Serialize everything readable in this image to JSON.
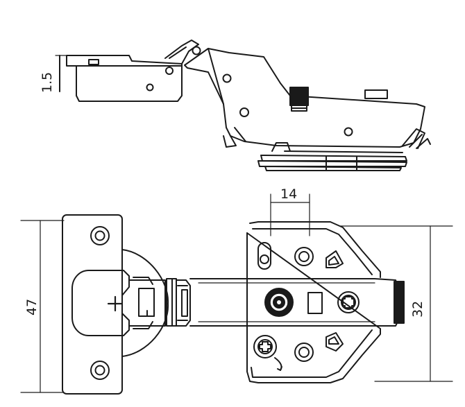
{
  "dimensions": {
    "overlay_offset": "1.5",
    "cup_spacing": "14",
    "cup_height": "47",
    "plate_height": "32"
  },
  "colors": {
    "line": "#1a1a1a",
    "background": "#ffffff",
    "fill_dark": "#1a1a1a"
  },
  "icons": {
    "cup_mark": "plus",
    "adjust_screw": "phillips-screw",
    "cam_screw": "cam-adjuster"
  }
}
